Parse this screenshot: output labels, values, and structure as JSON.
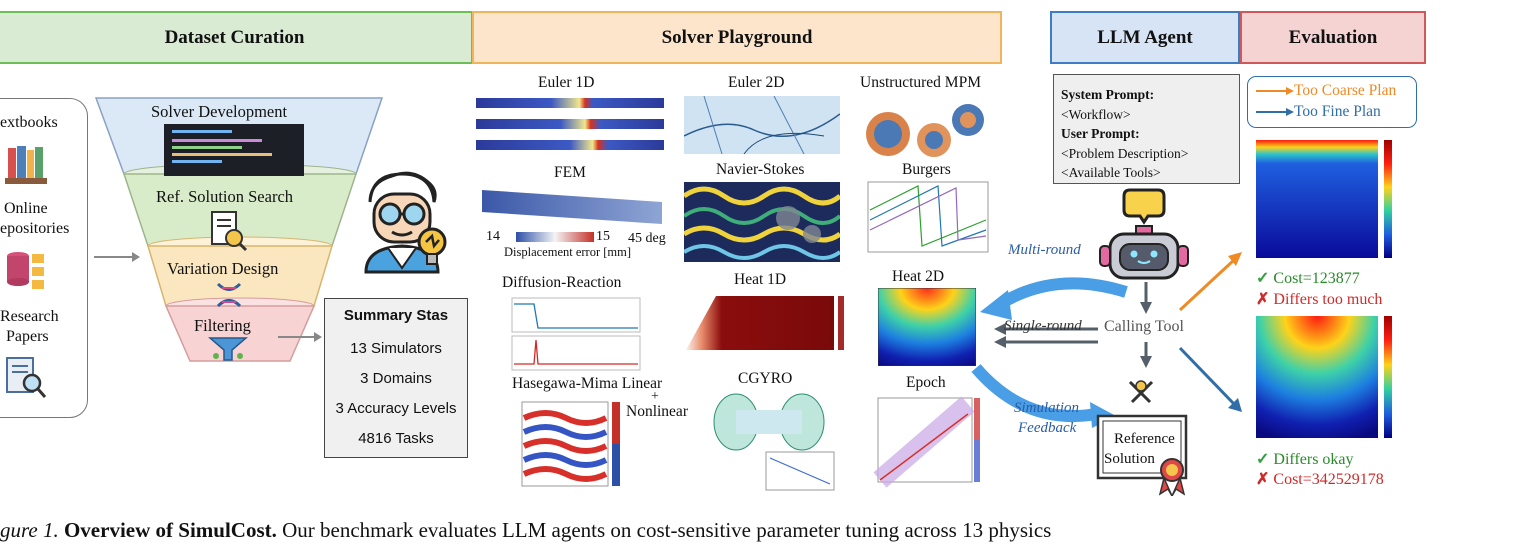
{
  "headers": {
    "dataset": "Dataset Curation",
    "solver": "Solver Playground",
    "agent": "LLM Agent",
    "evaluation": "Evaluation"
  },
  "sources": {
    "textbooks": "extbooks",
    "online1": "Online",
    "online2": "epositories",
    "research1": "Research",
    "research2": "Papers"
  },
  "funnel": {
    "stage1": "Solver Development",
    "stage2": "Ref. Solution Search",
    "stage3": "Variation Design",
    "stage4": "Filtering"
  },
  "summary": {
    "title": "Summary Stas",
    "lines": [
      "13 Simulators",
      "3 Domains",
      "3 Accuracy Levels",
      "4816 Tasks"
    ]
  },
  "solvers": {
    "euler1d": "Euler 1D",
    "euler2d": "Euler 2D",
    "mpm": "Unstructured MPM",
    "fem": "FEM",
    "fem_min": "14",
    "fem_max": "15",
    "fem_deg": "45 deg",
    "fem_axis": "Displacement error [mm]",
    "navier": "Navier-Stokes",
    "burgers": "Burgers",
    "diffusion": "Diffusion-Reaction",
    "heat1d": "Heat 1D",
    "heat2d": "Heat 2D",
    "hasegawa": "Hasegawa-Mima Linear",
    "plus": "+",
    "nonlinear": "Nonlinear",
    "cgyro": "CGYRO",
    "epoch": "Epoch"
  },
  "agent": {
    "system_prompt_label": "System Prompt:",
    "workflow": "<Workflow>",
    "user_prompt_label": "User Prompt:",
    "problem": "<Problem Description>",
    "tools": "<Available Tools>",
    "multi_round": "Multi-round",
    "single_round": "Single-round",
    "calling_tool": "Calling Tool",
    "simulation": "Simulation",
    "feedback": "Feedback",
    "reference1": "Reference",
    "reference2": "Solution"
  },
  "evaluation": {
    "legend_coarse": "Too Coarse Plan",
    "legend_fine": "Too Fine Plan",
    "coarse_cost": "Cost=123877",
    "coarse_diff": "Differs too much",
    "fine_diff": "Differs okay",
    "fine_cost": "Cost=342529178"
  },
  "caption": {
    "prefix": "gure 1.",
    "bold": "Overview of SimulCost.",
    "rest": " Our benchmark evaluates LLM agents on cost-sensitive parameter tuning across 13 physics"
  },
  "colors": {
    "green_hdr": "#d9ecd3",
    "orange_hdr": "#fde5cc",
    "blue_hdr": "#d6e4f5",
    "red_hdr": "#f6d3d3",
    "orange_arrow": "#f08a24",
    "blue_arrow": "#2f6ea6",
    "accent_blue": "#2a5ca8"
  }
}
